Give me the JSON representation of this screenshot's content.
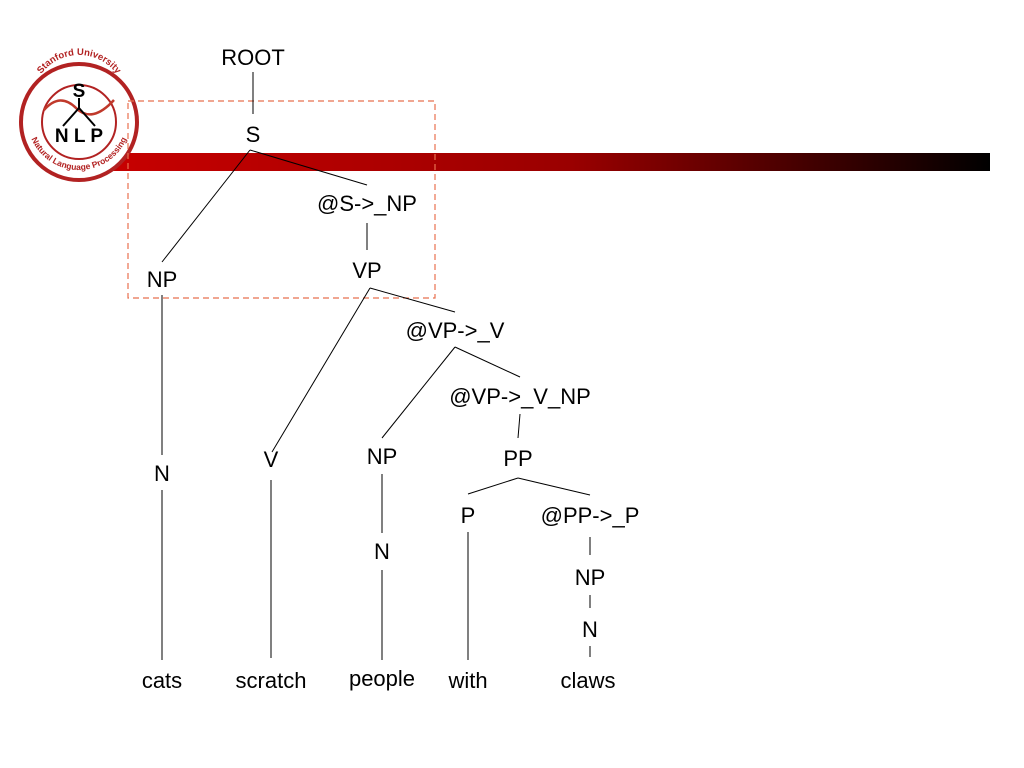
{
  "logo": {
    "top_text": "Stanford University",
    "bottom_text": "Natural Language Processing",
    "letter_s": "S",
    "letters_nlp": "N L P"
  },
  "tree": {
    "root": "ROOT",
    "s": "S",
    "s_np": "@S->_NP",
    "np_cats": "NP",
    "vp": "VP",
    "vp_v": "@VP->_V",
    "vp_v_np": "@VP->_V_NP",
    "n_cats": "N",
    "v": "V",
    "np_people": "NP",
    "pp": "PP",
    "n_people": "N",
    "p": "P",
    "pp_p": "@PP->_P",
    "np_claws": "NP",
    "n_claws": "N"
  },
  "words": [
    "cats",
    "scratch",
    "people",
    "with",
    "claws"
  ],
  "colors": {
    "bar_start": "#cc0000",
    "bar_end": "#000000",
    "highlight_box": "#e8704f",
    "logo_red": "#b22222"
  }
}
